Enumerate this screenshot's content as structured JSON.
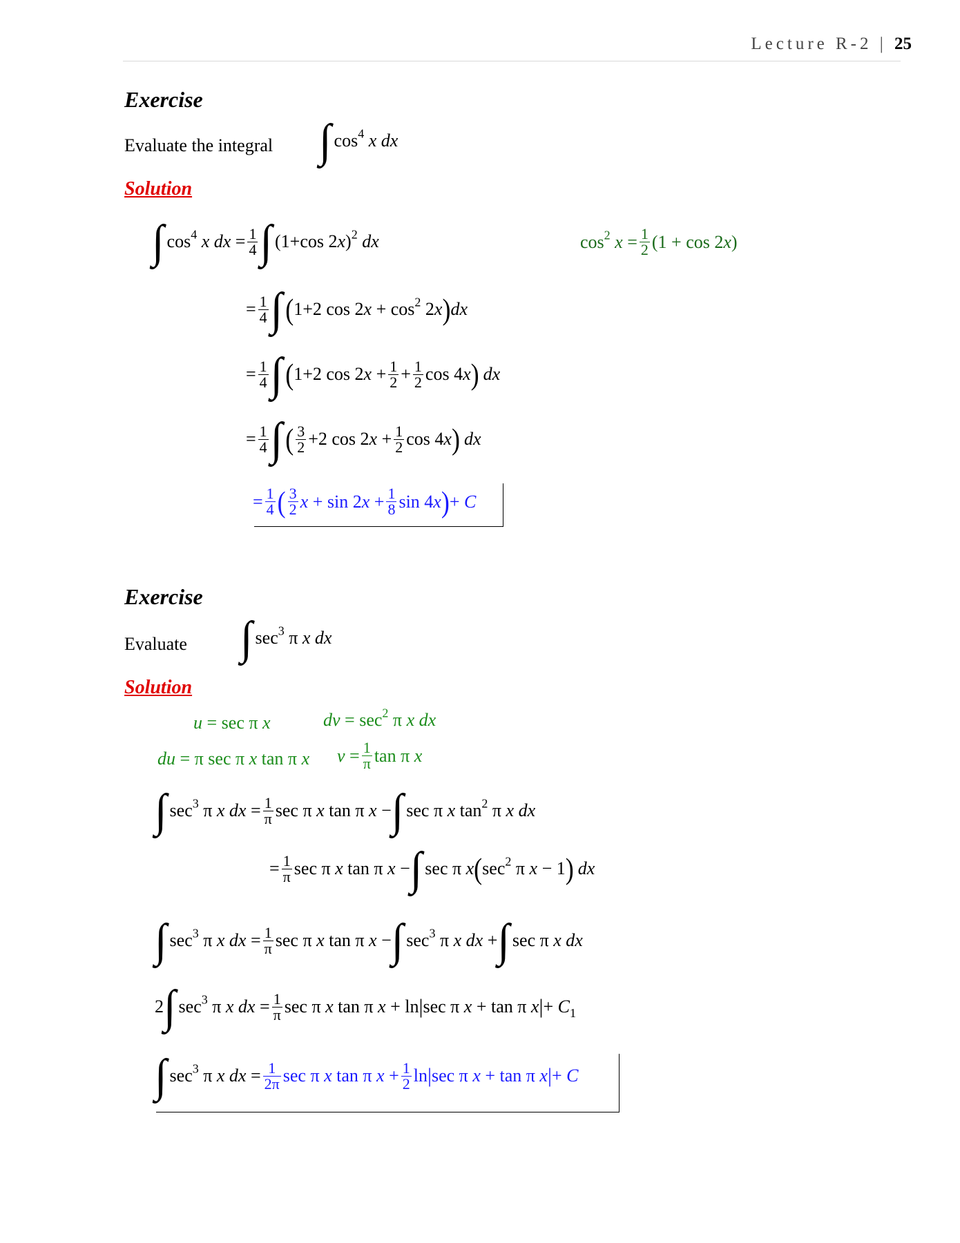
{
  "header": {
    "lecture": "Lecture R-2 |",
    "page": "25"
  },
  "ex1": {
    "title": "Exercise",
    "prompt": "Evaluate the integral",
    "solution_label": "Solution"
  },
  "ex2": {
    "title": "Exercise",
    "prompt": "Evaluate",
    "solution_label": "Solution"
  }
}
